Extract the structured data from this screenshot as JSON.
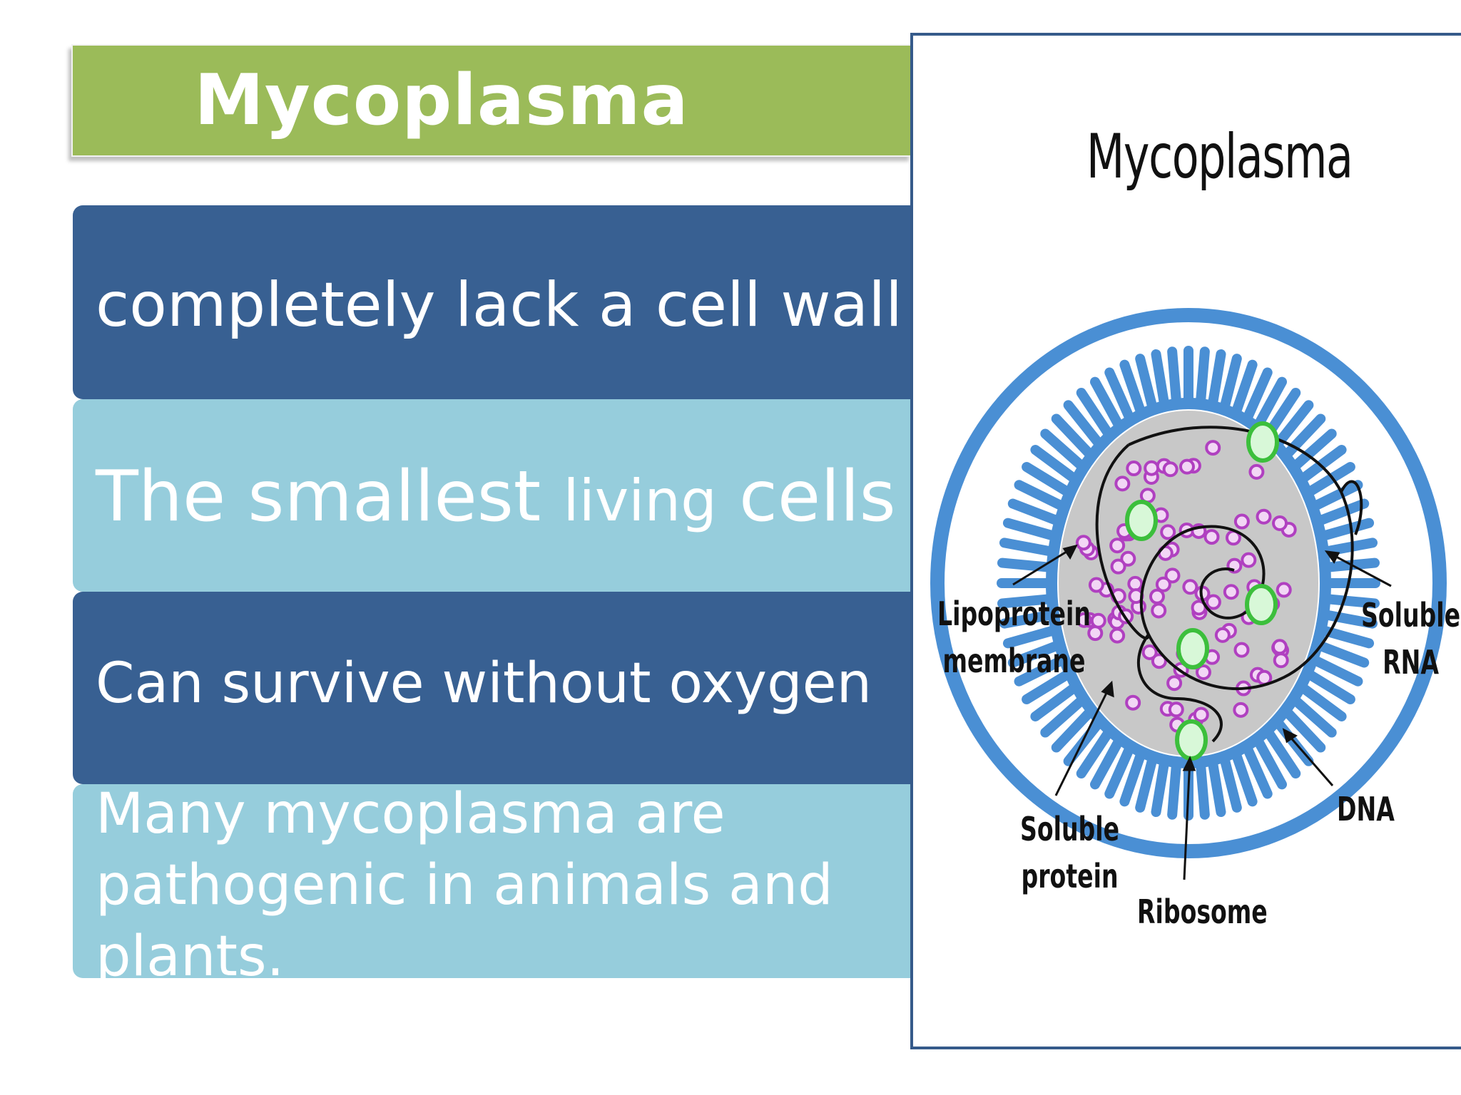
{
  "slide": {
    "title": "Mycoplasma",
    "bullets": [
      {
        "text": "completely lack a cell wall"
      },
      {
        "text_main": "The smallest ",
        "text_small": "living",
        "text_end": " cells"
      },
      {
        "text": "Can survive without oxygen"
      },
      {
        "text": "Many mycoplasma are pathogenic in animals and plants."
      }
    ]
  },
  "figure": {
    "title": "Mycoplasma",
    "labels": {
      "lipoprotein_line1": "Lipoprotein",
      "lipoprotein_line2": "membrane",
      "soluble_rna_line1": "Soluble",
      "soluble_rna_line2": "RNA",
      "soluble_protein_line1": "Soluble",
      "soluble_protein_line2": "protein",
      "ribosome": "Ribosome",
      "dna": "DNA"
    },
    "colors": {
      "membrane": "#4a8fd4",
      "cytoplasm": "#c8c8c8",
      "protein": "#b040c0",
      "ribosome": "#3cbf3c"
    }
  },
  "colors": {
    "title_bg": "#9bbb59",
    "band_dark": "#386092",
    "band_light": "#96cddc",
    "frame": "#355a8a"
  }
}
